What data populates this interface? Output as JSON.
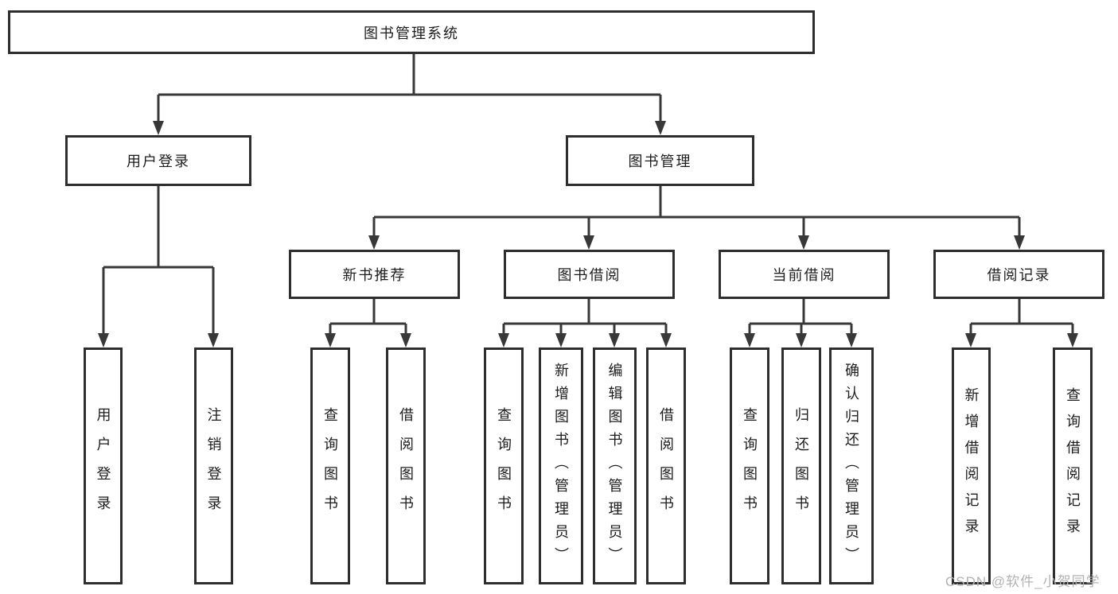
{
  "root": {
    "label": "图书管理系统"
  },
  "tree": [
    {
      "label": "用户登录",
      "children": [
        {
          "label": "用户登录"
        },
        {
          "label": "注销登录"
        }
      ]
    },
    {
      "label": "图书管理",
      "children": [
        {
          "label": "新书推荐",
          "children": [
            {
              "label": "查询图书"
            },
            {
              "label": "借阅图书"
            }
          ]
        },
        {
          "label": "图书借阅",
          "children": [
            {
              "label": "查询图书"
            },
            {
              "label": "新增图书（管理员）"
            },
            {
              "label": "编辑图书（管理员）"
            },
            {
              "label": "借阅图书"
            }
          ]
        },
        {
          "label": "当前借阅",
          "children": [
            {
              "label": "查询图书"
            },
            {
              "label": "归还图书"
            },
            {
              "label": "确认归还（管理员）"
            }
          ]
        },
        {
          "label": "借阅记录",
          "children": [
            {
              "label": "新增借阅记录"
            },
            {
              "label": "查询借阅记录"
            }
          ]
        }
      ]
    }
  ],
  "watermark": "CSDN @软件_小贺同学",
  "colors": {
    "line": "#383838",
    "box_border": "#2e2e2e",
    "text": "#1c1c1c",
    "watermark": "#b3b3b3"
  }
}
